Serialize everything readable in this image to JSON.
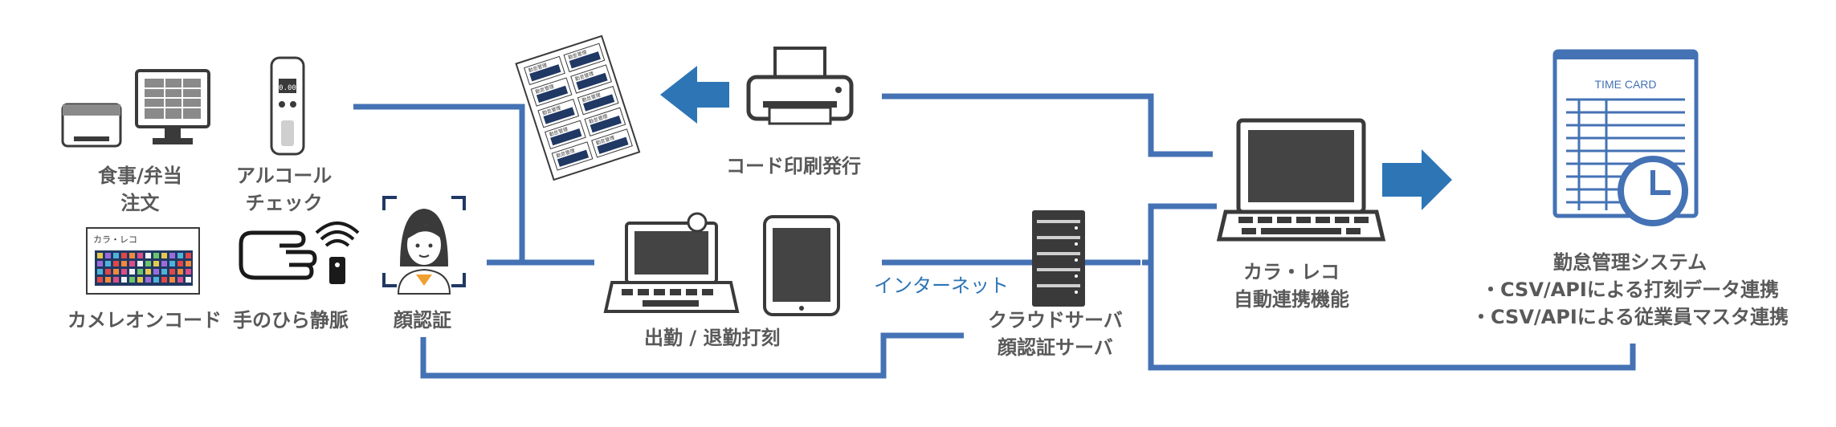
{
  "labels": {
    "food_order": [
      "食事/弁当",
      "注文"
    ],
    "alcohol_check": [
      "アルコール",
      "チェック"
    ],
    "chameleon_code": "カメレオンコード",
    "palm_vein": "手のひら静脈",
    "face_auth": "顔認証",
    "code_print": "コード印刷発行",
    "clock_in_out": "出勤 / 退勤打刻",
    "internet": "インターネット",
    "cloud_server": [
      "クラウドサーバ",
      "顔認証サーバ"
    ],
    "kara_reko": [
      "カラ・レコ",
      "自動連携機能"
    ],
    "attendance_system": [
      "勤怠管理システム",
      "・CSV/APIによる打刻データ連携",
      "・CSV/APIによる従業員マスタ連携"
    ]
  },
  "icon_text": {
    "timecard_header": "TIME CARD",
    "code_card": "カラ・レコ",
    "ticket_label": "勤怠管理"
  },
  "colors": {
    "line": "#4472b4",
    "arrow": "#2e75b6",
    "text": "#595959",
    "internet_text": "#2e75b6"
  }
}
